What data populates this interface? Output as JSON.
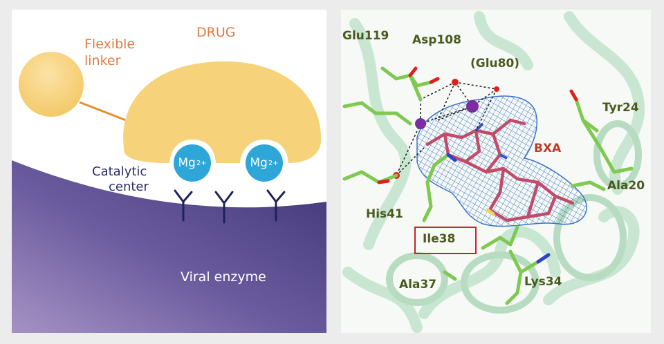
{
  "left_panel": {
    "drug_label": "DRUG",
    "linker_label_line1": "Flexible",
    "linker_label_line2": "linker",
    "catalytic_label_line1": "Catalytic",
    "catalytic_label_line2": "center",
    "mg_ion_1": "Mg",
    "mg_ion_1_charge": "2+",
    "mg_ion_2": "Mg",
    "mg_ion_2_charge": "2+",
    "enzyme_label": "Viral enzyme"
  },
  "right_panel": {
    "residues": {
      "glu119": "Glu119",
      "asp108": "Asp108",
      "glu80": "(Glu80)",
      "tyr24": "Tyr24",
      "ala20": "Ala20",
      "his41": "His41",
      "ile38": "Ile38",
      "ala37": "Ala37",
      "lys34": "Lys34"
    },
    "ligand_label": "BXA"
  },
  "colors": {
    "drug": "#f6d27a",
    "linker": "#e3902f",
    "label_orange": "#e07a45",
    "enzyme_top": "#3f3577",
    "enzyme_bottom": "#a592c4",
    "mg_ion": "#2ea7d8",
    "catalytic_text": "#2a2a6a",
    "residue_green": "#7ec94f",
    "ribbon": "#cfe9d6",
    "ligand": "#c24b6a",
    "density_mesh": "#3a74c9",
    "highlight_box": "#c4252b"
  }
}
